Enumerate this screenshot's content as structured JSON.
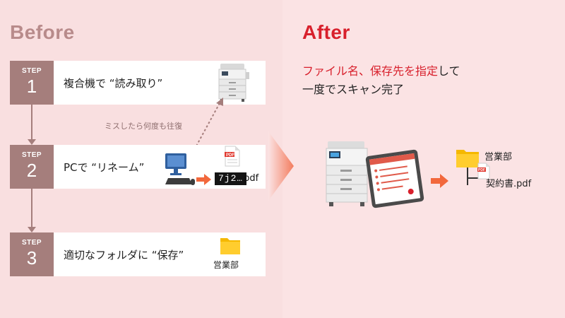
{
  "before": {
    "title": "Before",
    "steps": [
      {
        "step_word": "STEP",
        "number": "1",
        "label": "複合機で “読み取り”"
      },
      {
        "step_word": "STEP",
        "number": "2",
        "label": "PCで “リネーム”"
      },
      {
        "step_word": "STEP",
        "number": "3",
        "label": "適切なフォルダに “保存”"
      }
    ],
    "mistake_note": "ミスしたら何度も往復",
    "renamed_chip": "7j2…",
    "renamed_ext": ".pdf",
    "step3_folder_label": "営業部"
  },
  "after": {
    "title": "After",
    "desc_accent": "ファイル名、保存先を指定",
    "desc_rest1": "して",
    "desc_line2": "一度でスキャン完了",
    "folder_label": "営業部",
    "file_label": "契約書.pdf"
  },
  "icons": {
    "pdf_badge_text": "PDF"
  },
  "colors": {
    "background": "#f9dfe0",
    "step_badge": "#a57e7c",
    "accent_red": "#d8202c",
    "before_title": "#b88b8b",
    "folder_yellow": "#f5b800",
    "pdf_red": "#e0352b"
  }
}
